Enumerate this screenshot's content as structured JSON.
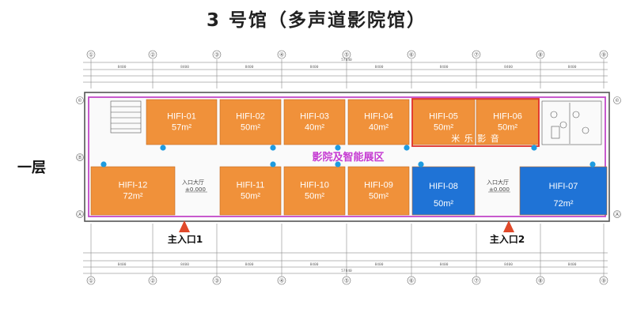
{
  "title": "3 号馆（多声道影院馆）",
  "floor_label": "一层",
  "hall_zone_label": "影院及智能展区",
  "brand_label": "米 乐 影 音",
  "entrances": [
    {
      "label": "主入口1"
    },
    {
      "label": "主入口2"
    }
  ],
  "lobby_labels": [
    {
      "name": "入口大厅",
      "level": "±0.000"
    },
    {
      "name": "入口大厅",
      "level": "±0.000"
    }
  ],
  "grid_axis_numbers": [
    "①",
    "②",
    "③",
    "④",
    "⑤",
    "⑥",
    "⑦",
    "⑧",
    "⑨"
  ],
  "grid_axis_letters": [
    "©",
    "Ⓑ",
    "Ⓐ"
  ],
  "overall_dimension": "57840",
  "bay_dimension": "8400",
  "rooms": [
    {
      "id": "HIFI-01",
      "area": "57m²",
      "color": "#f0913a"
    },
    {
      "id": "HIFI-02",
      "area": "50m²",
      "color": "#f0913a"
    },
    {
      "id": "HIFI-03",
      "area": "40m²",
      "color": "#f0913a"
    },
    {
      "id": "HIFI-04",
      "area": "40m²",
      "color": "#f0913a"
    },
    {
      "id": "HIFI-05",
      "area": "50m²",
      "color": "#f0913a"
    },
    {
      "id": "HIFI-06",
      "area": "50m²",
      "color": "#f0913a"
    },
    {
      "id": "HIFI-12",
      "area": "72m²",
      "color": "#f0913a"
    },
    {
      "id": "HIFI-11",
      "area": "50m²",
      "color": "#f0913a"
    },
    {
      "id": "HIFI-10",
      "area": "50m²",
      "color": "#f0913a"
    },
    {
      "id": "HIFI-09",
      "area": "50m²",
      "color": "#f0913a"
    },
    {
      "id": "HIFI-08",
      "area": "50m²",
      "color": "#1f73d6"
    },
    {
      "id": "HIFI-07",
      "area": "72m²",
      "color": "#1f73d6"
    }
  ],
  "colors": {
    "orange_room": "#f0913a",
    "blue_room": "#1f73d6",
    "zone_label": "#c53bd2",
    "highlight_border": "#e0302a",
    "wall": "#c248c8",
    "marker_dot": "#1e9be0",
    "entrance_arrow": "#e0492a"
  }
}
